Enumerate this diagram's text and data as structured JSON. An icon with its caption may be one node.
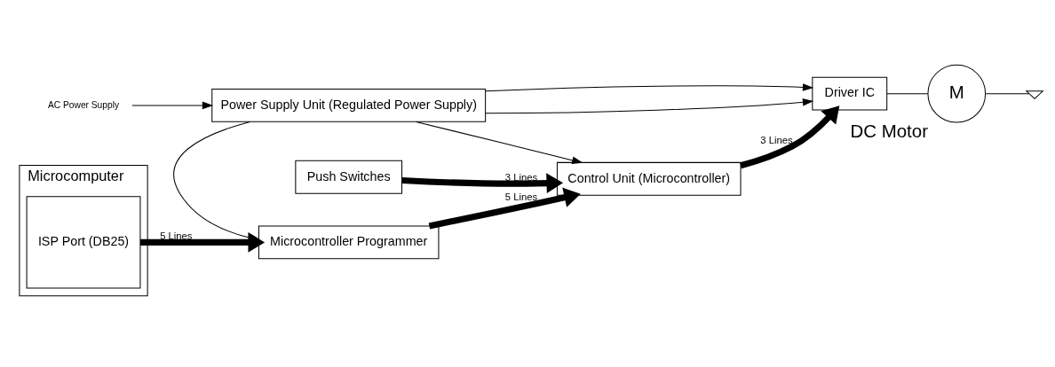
{
  "diagram": {
    "nodes": [
      {
        "text": [
          "Microcomputer"
        ]
      },
      {
        "text": [
          "ISP Port (DB25)"
        ],
        "in": 0
      },
      {
        "text": [
          "Microcontroller Programmer"
        ]
      },
      {
        "text": [
          "Push Switches"
        ]
      },
      {
        "text": [
          "Control Unit (Microcontroller)"
        ]
      },
      {
        "text": [
          "Driver IC"
        ]
      },
      {
        "text": [
          "M"
        ],
        "beside": [
          "DC Motor"
        ]
      },
      {
        "text": [
          "AC Power Supply"
        ]
      },
      {
        "text": [
          "Power Supply Unit (Regulated Power Supply)"
        ]
      },
      {
        "text": [],
        "shape": "ground"
      }
    ],
    "edges": [
      {
        "from": 1,
        "to": 2,
        "arrow": "to",
        "label": "5 Lines",
        "style": "thick"
      },
      {
        "from": 2,
        "to": 4,
        "arrow": "to",
        "label": "5 Lines",
        "style": "thick"
      },
      {
        "from": 3,
        "to": 4,
        "arrow": "to",
        "label": "3 Lines",
        "style": "thick"
      },
      {
        "from": 4,
        "to": 5,
        "arrow": "to",
        "label": "3 Lines",
        "style": "thick"
      },
      {
        "from": 5,
        "to": 6,
        "arrow": "none"
      },
      {
        "from": 6,
        "to": 9,
        "arrow": "none"
      },
      {
        "from": 8,
        "to": 2,
        "arrow": "to"
      },
      {
        "from": 8,
        "to": 4,
        "arrow": "to"
      },
      {
        "from": 8,
        "to": 5,
        "arrow": "to"
      },
      {
        "from": 8,
        "to": 5,
        "arrow": "to"
      },
      {
        "from": 7,
        "to": 8,
        "arrow": "to"
      }
    ]
  }
}
